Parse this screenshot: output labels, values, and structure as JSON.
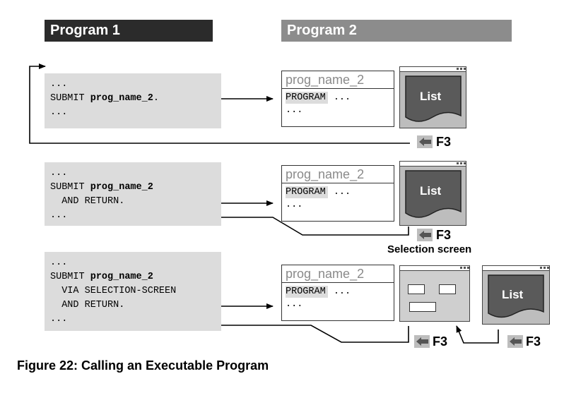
{
  "headers": {
    "program1": "Program 1",
    "program2": "Program 2"
  },
  "section1": {
    "code": [
      "...",
      "SUBMIT ",
      "prog_name_2",
      ".",
      "..."
    ],
    "prog_title": "prog_name_2",
    "prog_kw": "PROGRAM",
    "prog_dots": "...",
    "prog_dots2": "...",
    "list_label": "List",
    "key_label": "F3"
  },
  "section2": {
    "line1": "...",
    "line2_kw": "SUBMIT ",
    "line2_name": "prog_name_2",
    "line3": "  AND RETURN.",
    "line4": "...",
    "prog_title": "prog_name_2",
    "prog_kw": "PROGRAM",
    "prog_dots": "...",
    "prog_dots2": "...",
    "list_label": "List",
    "key_label": "F3",
    "selection_label": "Selection screen"
  },
  "section3": {
    "line1": "...",
    "line2_kw": "SUBMIT ",
    "line2_name": "prog_name_2",
    "line3": "  VIA SELECTION-SCREEN",
    "line4": "  AND RETURN.",
    "line5": "...",
    "prog_title": "prog_name_2",
    "prog_kw": "PROGRAM",
    "prog_dots": "...",
    "prog_dots2": "...",
    "list_label": "List",
    "key_label_1": "F3",
    "key_label_2": "F3"
  },
  "caption": "Figure 22: Calling an Executable Program",
  "colors": {
    "dark_header": "#2b2b2b",
    "grey_header": "#8c8c8c",
    "code_bg": "#dcdcdc",
    "list_bg": "#5a5a5a"
  }
}
